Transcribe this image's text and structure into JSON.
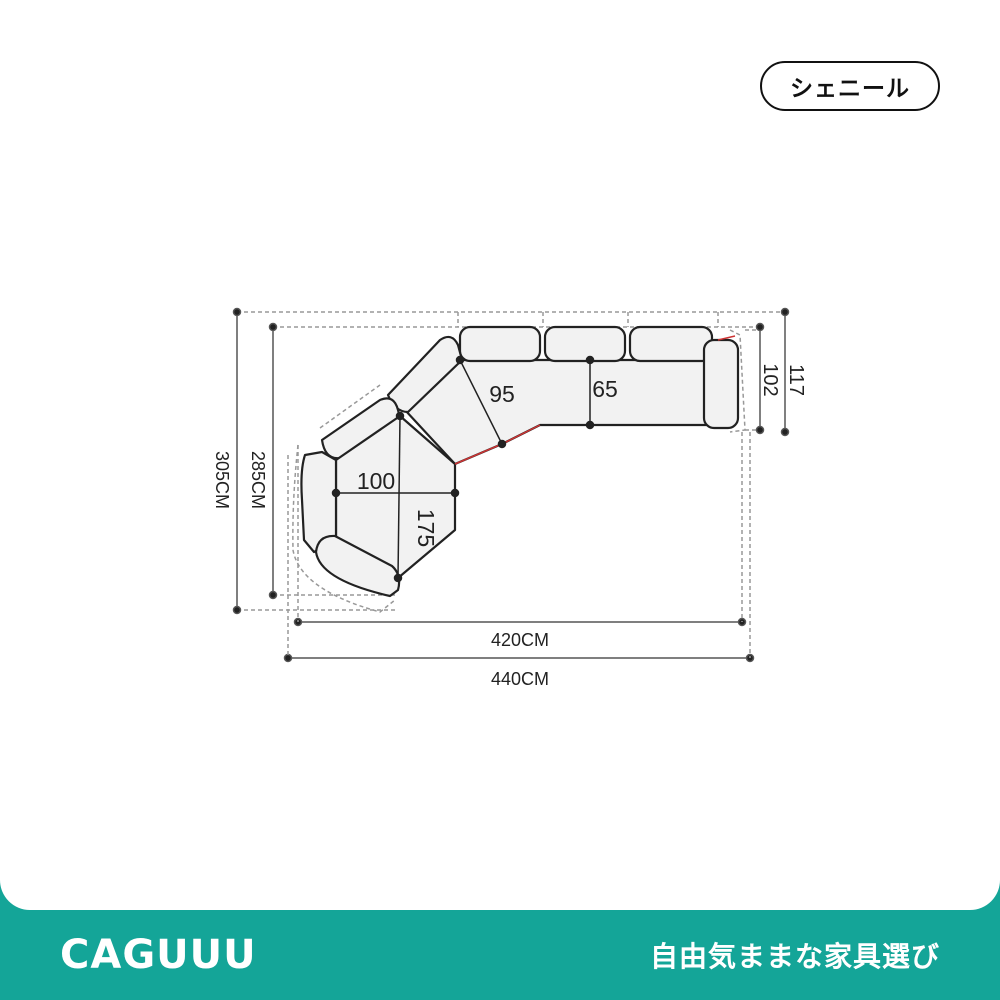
{
  "badge": {
    "label": "シェニール"
  },
  "dimensions": {
    "depth_top_seat": "95",
    "seat_depth_straight": "65",
    "corner_width": "100",
    "corner_length": "175",
    "back_height_inner": "102",
    "back_height_outer": "117",
    "inner_length": "420CM",
    "outer_length": "440CM",
    "inner_depth": "285CM",
    "outer_depth": "305CM"
  },
  "footer": {
    "brand": "CAGUUU",
    "tagline": "自由気ままな家具選び"
  },
  "colors": {
    "footer_bg": "#14a598",
    "accent_line": "#cc3333"
  }
}
